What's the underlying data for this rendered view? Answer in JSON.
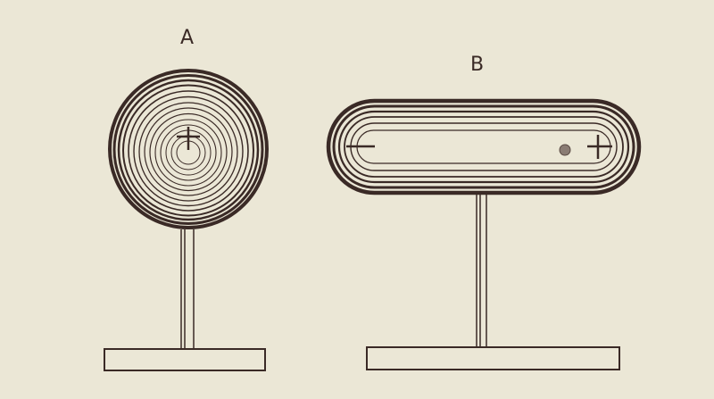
{
  "figure": {
    "background_color": "#ebe7d6",
    "ink_color": "#3a2a26",
    "conductor_a": {
      "label": "A",
      "shape": "sphere",
      "charge_symbol": "+",
      "description": "Spherical conductor on insulated stand with concentric equipotential rings; positive charge at center"
    },
    "conductor_b": {
      "label": "B",
      "shape": "elongated (capsule) conductor",
      "charge_symbols": [
        "−",
        "+"
      ],
      "small_object": "small sphere near positive end",
      "description": "Elongated conductor on insulated stand with nested capsule-shaped contours; negative at left end, positive at right end"
    }
  }
}
